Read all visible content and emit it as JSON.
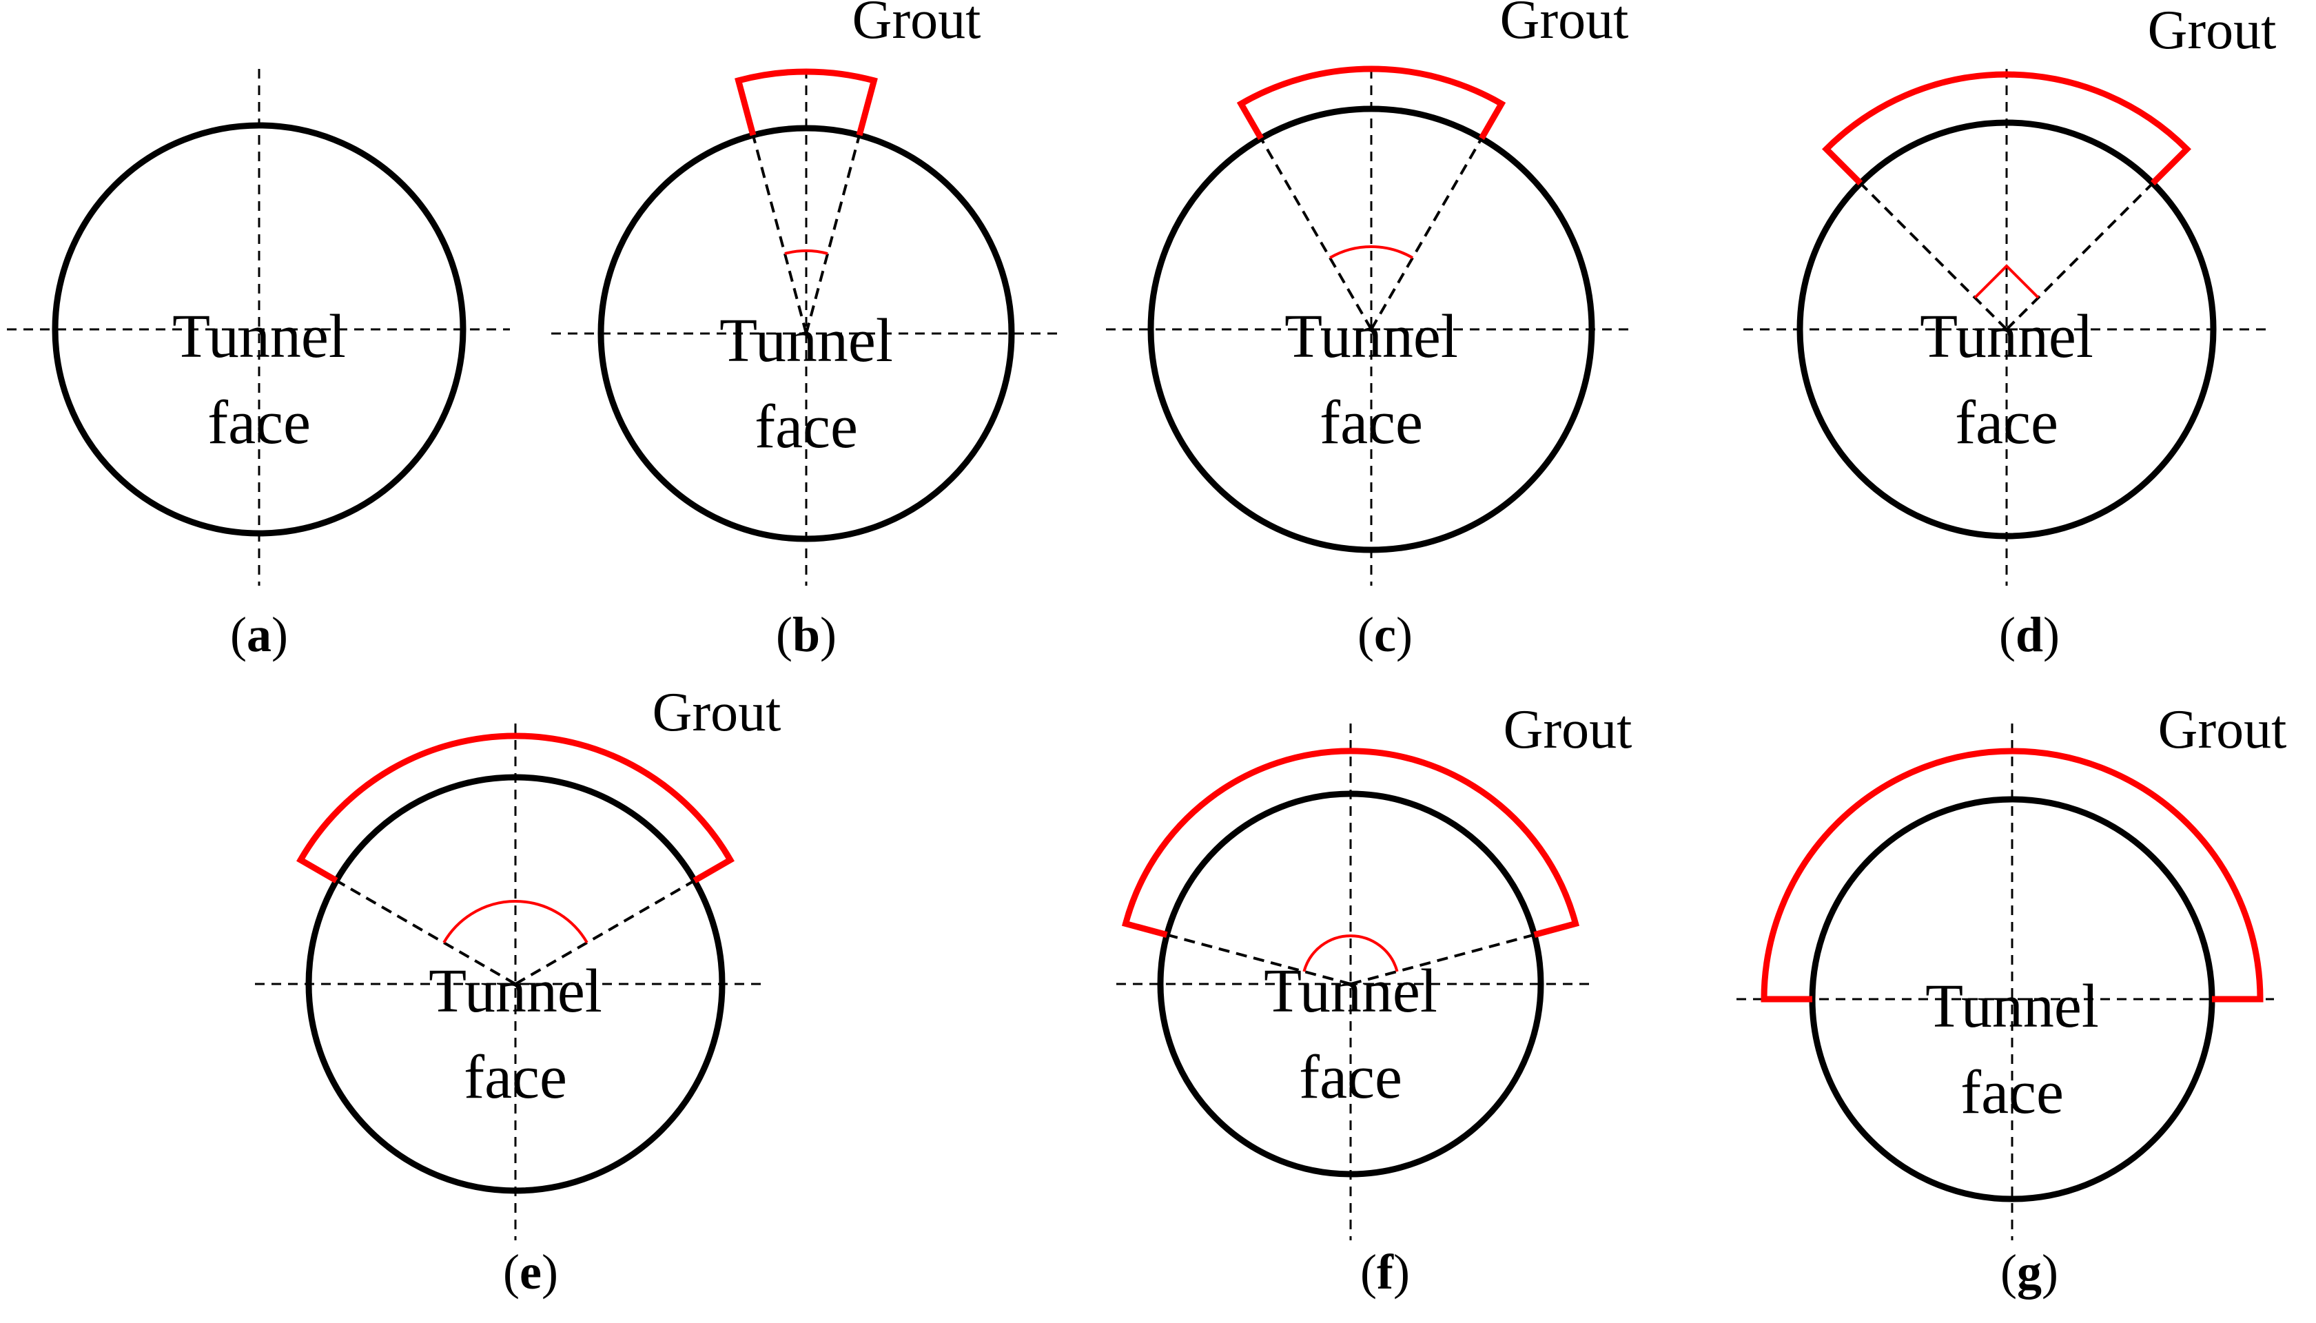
{
  "labels": {
    "grout": "Grout",
    "tunnel_line1": "Tunnel",
    "tunnel_line2": "face"
  },
  "colors": {
    "outline": "#000000",
    "grout": "#ff0000"
  },
  "panels": [
    {
      "id": "a",
      "caption_open": "(",
      "caption_letter": "a",
      "caption_close": ")",
      "grout_angle_deg": 0,
      "angle_marker": "none"
    },
    {
      "id": "b",
      "caption_open": "(",
      "caption_letter": "b",
      "caption_close": ")",
      "grout_angle_deg": 30,
      "angle_marker": "arc"
    },
    {
      "id": "c",
      "caption_open": "(",
      "caption_letter": "c",
      "caption_close": ")",
      "grout_angle_deg": 60,
      "angle_marker": "arc"
    },
    {
      "id": "d",
      "caption_open": "(",
      "caption_letter": "d",
      "caption_close": ")",
      "grout_angle_deg": 90,
      "angle_marker": "right-angle"
    },
    {
      "id": "e",
      "caption_open": "(",
      "caption_letter": "e",
      "caption_close": ")",
      "grout_angle_deg": 120,
      "angle_marker": "arc"
    },
    {
      "id": "f",
      "caption_open": "(",
      "caption_letter": "f",
      "caption_close": ")",
      "grout_angle_deg": 150,
      "angle_marker": "arc"
    },
    {
      "id": "g",
      "caption_open": "(",
      "caption_letter": "g",
      "caption_close": ")",
      "grout_angle_deg": 180,
      "angle_marker": "none"
    }
  ]
}
